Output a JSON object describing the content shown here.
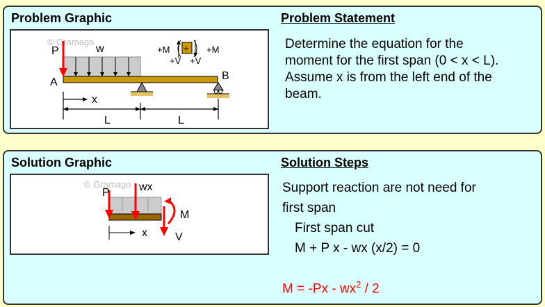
{
  "problem": {
    "graphic_title": "Problem Graphic",
    "statement_title": "Problem Statement",
    "statement": [
      "Determine the equation for the",
      "moment for the first span (0 < x < L).",
      "Assume x is from the left end of the",
      "beam."
    ],
    "figure": {
      "watermark": "© Gramago",
      "P": "P",
      "w": "w",
      "A": "A",
      "B": "B",
      "x": "x",
      "L1": "L",
      "L2": "L",
      "plusM": "+M",
      "plusV": "+V",
      "plus": "+"
    }
  },
  "solution": {
    "graphic_title": "Solution Graphic",
    "steps_title": "Solution Steps",
    "steps": [
      "Support reaction are not need for",
      "first span",
      "First span cut",
      "M + P x - wx (x/2) = 0"
    ],
    "result_prefix": "M = -Px - wx",
    "result_exp": "2",
    "result_suffix": " / 2",
    "figure": {
      "watermark": "© Gramago",
      "P": "P",
      "wx": "wx",
      "M": "M",
      "V": "V",
      "x": "x"
    }
  },
  "colors": {
    "beam": "#cc9900",
    "force": "#ff0000",
    "load": "#cccccc",
    "result": "#ff0000"
  }
}
